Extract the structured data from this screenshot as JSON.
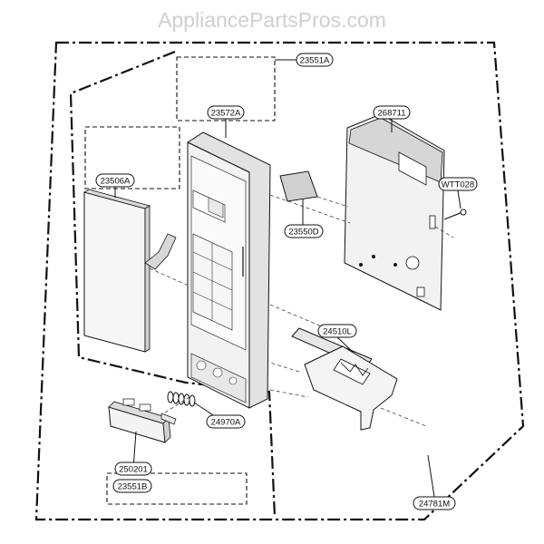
{
  "watermark": "AppliancePartsPros.com",
  "colors": {
    "line": "#111111",
    "panel": "#f4f4f4",
    "shade": "#d8d8d8",
    "watermark": "#cfcfcf"
  },
  "labels": {
    "p23551A_top": "23551A",
    "p23572A": "23572A",
    "p268711": "268711",
    "p23506A": "23506A",
    "p23550D": "23550D",
    "pWTT028": "WTT028",
    "p24510L": "24510L",
    "p24970A": "24970A",
    "p250201": "250201",
    "p23551B": "23551B",
    "p24781M": "24781M"
  }
}
